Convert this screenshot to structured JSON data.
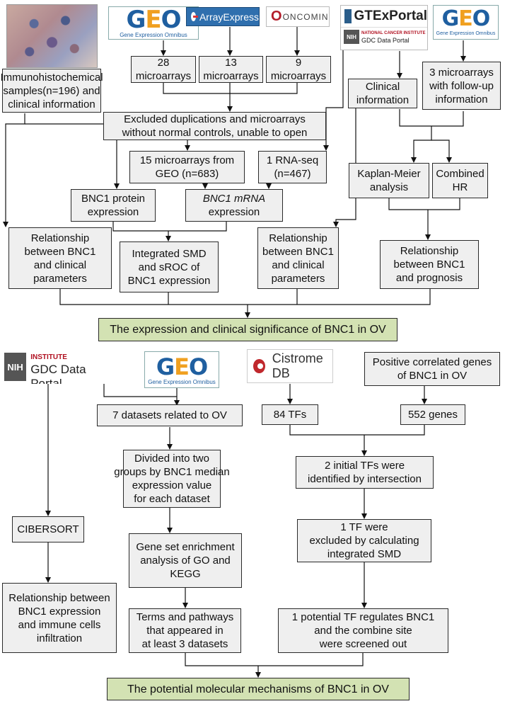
{
  "logos": {
    "geo1": {
      "name": "GEO",
      "caption": "Gene Expression Omnibus"
    },
    "arrayexpress": {
      "name": "ArrayExpress"
    },
    "oncomine": {
      "name": "ONCOMINE"
    },
    "gtex": {
      "name": "GTExPortal",
      "nih": "NIH",
      "nci": "NATIONAL CANCER INSTITUTE",
      "gdc": "GDC Data Portal"
    },
    "geo2": {
      "name": "GEO",
      "caption": "Gene Expression Omnibus"
    },
    "nih2": {
      "nih": "NIH",
      "nci": "NATIONAL CANCER INSTITUTE",
      "gdc": "GDC Data Portal"
    },
    "geo3": {
      "name": "GEO",
      "caption": "Gene Expression Omnibus"
    },
    "cistrome": {
      "name": "Cistrome DB"
    }
  },
  "top": {
    "ihc": [
      "Immunohistochemical",
      "samples(n=196) and",
      "clinical information"
    ],
    "ma28": [
      "28",
      "microarrays"
    ],
    "ma13": [
      "13",
      "microarrays"
    ],
    "ma9": [
      "9",
      "microarrays"
    ],
    "clinical": [
      "Clinical",
      "information"
    ],
    "followup": [
      "3 microarrays",
      "with follow-up",
      "information"
    ],
    "excluded": [
      "Excluded duplications and microarrays",
      "without normal controls, unable to open"
    ],
    "geo15": [
      "15  microarrays from",
      "GEO (n=683)"
    ],
    "rnaseq": [
      "1  RNA-seq",
      "(n=467)"
    ],
    "km": [
      "Kaplan-Meier",
      "analysis"
    ],
    "hr": [
      "Combined",
      "HR"
    ],
    "protein": [
      "BNC1 protein",
      "expression"
    ],
    "mrna": [
      "BNC1 mRNA",
      "expression"
    ],
    "rel_clin": [
      "Relationship",
      "between BNC1",
      "and clinical",
      "parameters"
    ],
    "smd": [
      "Integrated SMD",
      "and sROC of",
      "BNC1 expression"
    ],
    "rel_clin2": [
      "Relationship",
      "between BNC1",
      "and clinical",
      "parameters"
    ],
    "rel_prog": [
      "Relationship",
      "between BNC1",
      "and prognosis"
    ],
    "summary": "The expression and clinical significance of BNC1 in OV"
  },
  "bottom": {
    "datasets": "7 datasets related to OV",
    "tfs": "84 TFs",
    "poscorr": [
      "Positive correlated genes",
      "of BNC1 in OV"
    ],
    "genes": "552 genes",
    "divided": [
      "Divided into two",
      "groups by BNC1 median",
      "expression value",
      "for each dataset"
    ],
    "initial": [
      "2 initial TFs were",
      "identified by intersection"
    ],
    "cibersort": "CIBERSORT",
    "gsea": [
      "Gene set enrichment",
      "analysis of GO and",
      "KEGG"
    ],
    "excl_tf": [
      "1 TF were",
      "excluded by calculating",
      "integrated SMD"
    ],
    "immune": [
      "Relationship between",
      "BNC1 expression",
      "and immune cells",
      "infiltration"
    ],
    "terms": [
      "Terms and pathways",
      "that appeared in",
      "at least 3 datasets"
    ],
    "potential": [
      "1 potential TF regulates BNC1",
      "and the combine site",
      "were screened out"
    ],
    "summary": "The potential molecular mechanisms of BNC1 in OV"
  }
}
